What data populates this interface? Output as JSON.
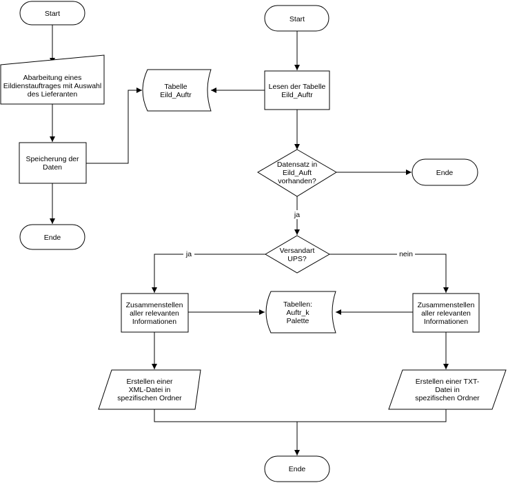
{
  "diagram": {
    "nodes": {
      "start_left": {
        "lines": [
          "Start"
        ]
      },
      "input_order": {
        "lines": [
          "Abarbeitung eines",
          "Eildienstauftrages mit Auswahl",
          "des Lieferanten"
        ]
      },
      "save_data": {
        "lines": [
          "Speicherung der",
          "Daten"
        ]
      },
      "end_left": {
        "lines": [
          "Ende"
        ]
      },
      "table_eild": {
        "lines": [
          "Tabelle",
          "Eild_Auftr"
        ]
      },
      "start_right": {
        "lines": [
          "Start"
        ]
      },
      "read_table": {
        "lines": [
          "Lesen der Tabelle",
          "Eild_Auftr"
        ]
      },
      "decision_record": {
        "lines": [
          "Datensatz in",
          "Eild_Auft",
          "vorhanden?"
        ]
      },
      "end_mid": {
        "lines": [
          "Ende"
        ]
      },
      "decision_ups": {
        "lines": [
          "Versandart",
          "UPS?"
        ]
      },
      "assemble_left": {
        "lines": [
          "Zusammenstellen",
          "aller relevanten",
          "Informationen"
        ]
      },
      "tables_mid": {
        "lines": [
          "Tabellen:",
          "Auftr_k",
          "Palette"
        ]
      },
      "assemble_right": {
        "lines": [
          "Zusammenstellen",
          "aller relevanten",
          "Informationen"
        ]
      },
      "create_xml": {
        "lines": [
          "Erstellen einer",
          "XML-Datei in",
          "spezifischen Ordner"
        ]
      },
      "create_txt": {
        "lines": [
          "Erstellen einer TXT-",
          "Datei in",
          "spezifischen Ordner"
        ]
      },
      "end_bottom": {
        "lines": [
          "Ende"
        ]
      }
    },
    "edge_labels": {
      "record_yes": "ja",
      "ups_yes": "ja",
      "ups_no": "nein"
    }
  }
}
